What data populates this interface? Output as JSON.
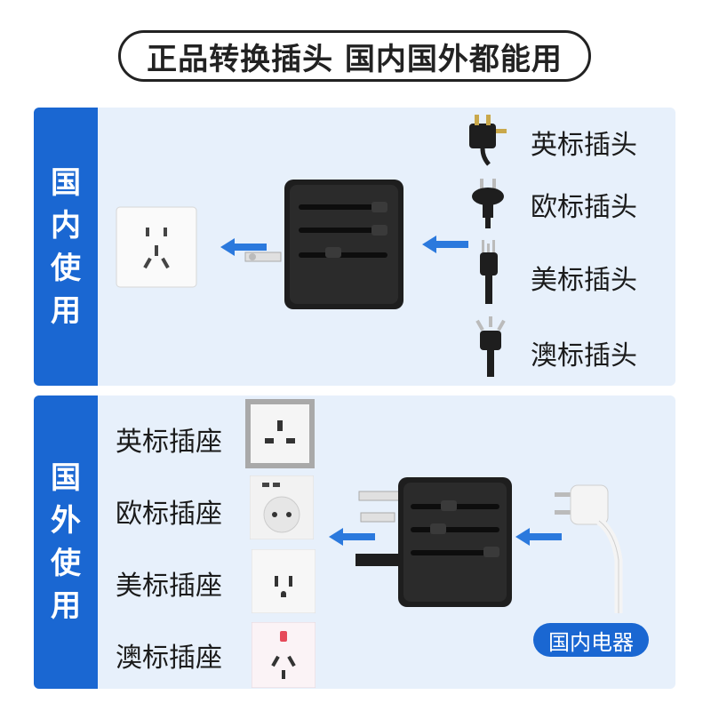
{
  "title": "正品转换插头 国内国外都能用",
  "domestic": {
    "side_label": [
      "国",
      "内",
      "使",
      "用"
    ],
    "plugs": [
      {
        "label": "英标插头",
        "icon": "uk-plug-icon"
      },
      {
        "label": "欧标插头",
        "icon": "eu-plug-icon"
      },
      {
        "label": "美标插头",
        "icon": "us-plug-icon"
      },
      {
        "label": "澳标插头",
        "icon": "au-plug-icon"
      }
    ]
  },
  "abroad": {
    "side_label": [
      "国",
      "外",
      "使",
      "用"
    ],
    "sockets": [
      {
        "label": "英标插座",
        "icon": "uk-socket-icon"
      },
      {
        "label": "欧标插座",
        "icon": "eu-socket-icon"
      },
      {
        "label": "美标插座",
        "icon": "us-socket-icon"
      },
      {
        "label": "澳标插座",
        "icon": "au-socket-icon"
      }
    ],
    "appliance_badge": "国内电器"
  },
  "colors": {
    "accent": "#1a67d2",
    "panel": "#e7f0fb",
    "adapter": "#1e1e1e"
  }
}
